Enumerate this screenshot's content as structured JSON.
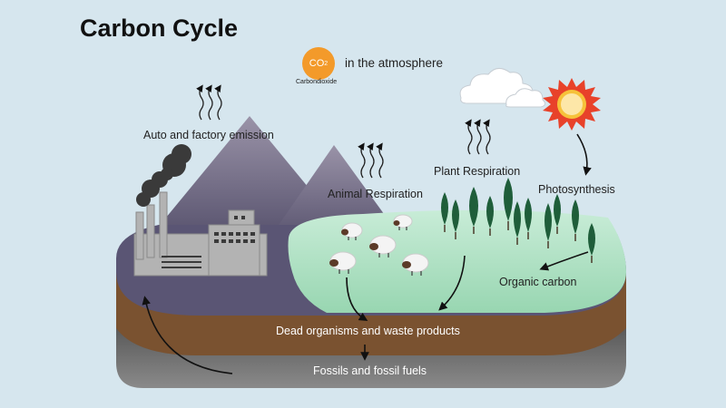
{
  "title": "Carbon Cycle",
  "atmosphere": {
    "co2_main": "CO",
    "co2_sub": "2",
    "co2_name": "Carbondioxide",
    "label": "in the atmosphere"
  },
  "labels": {
    "auto_factory": "Auto and factory emission",
    "animal_respiration": "Animal Respiration",
    "plant_respiration": "Plant Respiration",
    "photosynthesis": "Photosynthesis",
    "organic_carbon": "Organic carbon",
    "dead_organisms": "Dead organisms and waste products",
    "fossils": "Fossils and fossil fuels"
  },
  "colors": {
    "background": "#d6e6ee",
    "grass": "#a9dfc1",
    "mountain": "#8d86a0",
    "soil": "#7a5230",
    "rock": "#3f3f3f",
    "sun": "#f6c23a",
    "co2": "#f39a2a"
  }
}
